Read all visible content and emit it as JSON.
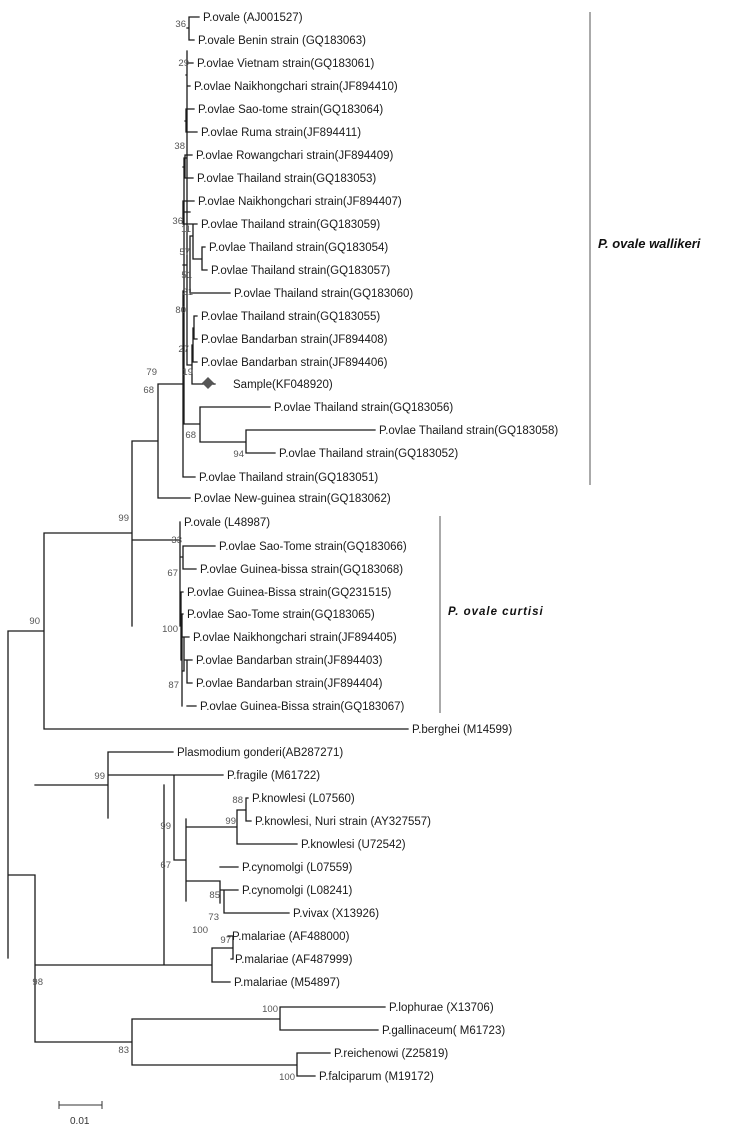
{
  "tree": {
    "leaves": [
      "P.ovale (AJ001527)",
      "P.ovale Benin strain (GQ183063)",
      "P.ovlae Vietnam strain(GQ183061)",
      "P.ovlae Naikhongchari strain(JF894410)",
      "P.ovlae Sao-tome strain(GQ183064)",
      "P.ovlae Ruma strain(JF894411)",
      "P.ovlae Rowangchari strain(JF894409)",
      "P.ovlae Thailand strain(GQ183053)",
      "P.ovlae Naikhongchari strain(JF894407)",
      "P.ovlae Thailand strain(GQ183059)",
      "P.ovlae Thailand strain(GQ183054)",
      "P.ovlae Thailand strain(GQ183057)",
      "P.ovlae Thailand strain(GQ183060)",
      "P.ovlae Thailand strain(GQ183055)",
      "P.ovlae Bandarban strain(JF894408)",
      "P.ovlae Bandarban strain(JF894406)",
      "Sample(KF048920)",
      "P.ovlae Thailand strain(GQ183056)",
      "P.ovlae Thailand strain(GQ183058)",
      "P.ovlae Thailand strain(GQ183052)",
      "P.ovlae Thailand strain(GQ183051)",
      "P.ovlae New-guinea strain(GQ183062)",
      "P.ovale (L48987)",
      "P.ovlae Sao-Tome strain(GQ183066)",
      "P.ovlae Guinea-bissa strain(GQ183068)",
      "P.ovlae Guinea-Bissa strain(GQ231515)",
      "P.ovlae Sao-Tome strain(GQ183065)",
      "P.ovlae Naikhongchari strain(JF894405)",
      "P.ovlae Bandarban strain(JF894403)",
      "P.ovlae Bandarban strain(JF894404)",
      "P.ovlae Guinea-Bissa strain(GQ183067)",
      "P.berghei (M14599)",
      "Plasmodium gonderi(AB287271)",
      "P.fragile (M61722)",
      "P.knowlesi (L07560)",
      "P.knowlesi, Nuri strain (AY327557)",
      "P.knowlesi (U72542)",
      "P.cynomolgi (L07559)",
      "P.cynomolgi (L08241)",
      "P.vivax (X13926)",
      "P.malariae (AF488000)",
      "P.malariae (AF487999)",
      "P.malariae (M54897)",
      "P.lophurae (X13706)",
      "P.gallinaceum( M61723)",
      "P.reichenowi (Z25819)",
      "P.falciparum (M19172)"
    ],
    "bootstrap": [
      "36",
      "29",
      "38",
      "36",
      "11",
      "57",
      "51",
      "31",
      "80",
      "27",
      "19",
      "79",
      "68",
      "68",
      "94",
      "99",
      "33",
      "67",
      "100",
      "87",
      "90",
      "99",
      "88",
      "99",
      "99",
      "67",
      "85",
      "73",
      "97",
      "100",
      "98",
      "100",
      "83",
      "100"
    ],
    "clades": {
      "wallikeri": "P. ovale wallikeri",
      "curtisi": "P. ovale curtisi"
    },
    "scale": "0.01",
    "sample_marker": "diamond"
  }
}
